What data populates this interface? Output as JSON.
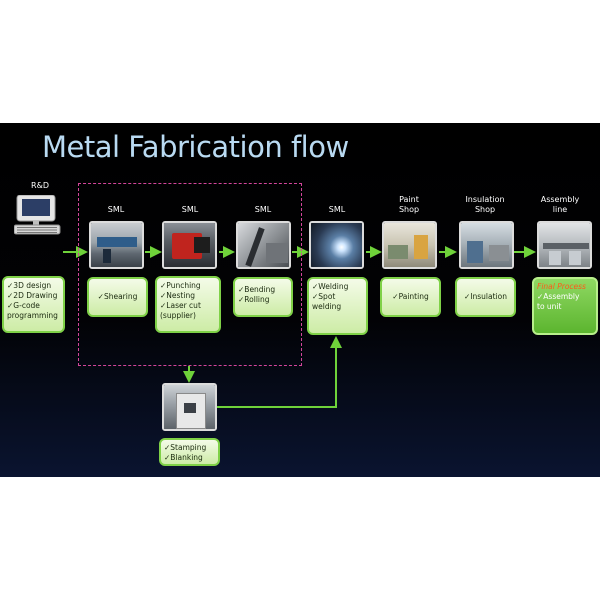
{
  "title": "Metal Fabrication flow",
  "check": "✓",
  "stages": [
    {
      "id": "rnd",
      "label": "R&D",
      "items": [
        "3D design",
        "2D Drawing",
        "G-code programming"
      ],
      "icon": "computer-icon"
    },
    {
      "id": "shearing",
      "label": "SML",
      "items": [
        "Shearing"
      ],
      "icon": "shearing-machine-photo"
    },
    {
      "id": "punching",
      "label": "SML",
      "items": [
        "Punching",
        "Nesting",
        "Laser cut (supplier)"
      ],
      "icon": "turret-punch-photo"
    },
    {
      "id": "bending",
      "label": "SML",
      "items": [
        "Bending",
        "Rolling"
      ],
      "icon": "press-brake-photo"
    },
    {
      "id": "welding",
      "label": "SML",
      "items": [
        "Welding",
        "Spot welding"
      ],
      "icon": "welding-photo"
    },
    {
      "id": "paint",
      "label": "Paint Shop",
      "items": [
        "Painting"
      ],
      "icon": "paint-shop-photo"
    },
    {
      "id": "insulation",
      "label": "Insulation Shop",
      "items": [
        "Insulation"
      ],
      "icon": "insulation-shop-photo"
    },
    {
      "id": "assembly",
      "label": "Assembly line",
      "final_title": "Final Process",
      "items": [
        "Assembly to unit"
      ],
      "icon": "assembly-line-photo"
    }
  ],
  "stamping": {
    "items": [
      "Stamping",
      "Blanking"
    ],
    "icon": "stamping-press-photo"
  },
  "colors": {
    "arrow": "#6fd23a",
    "box_border": "#7fd147",
    "dashed": "#d4459b",
    "title": "#b9daf2",
    "final_text": "#ff5a1a"
  }
}
